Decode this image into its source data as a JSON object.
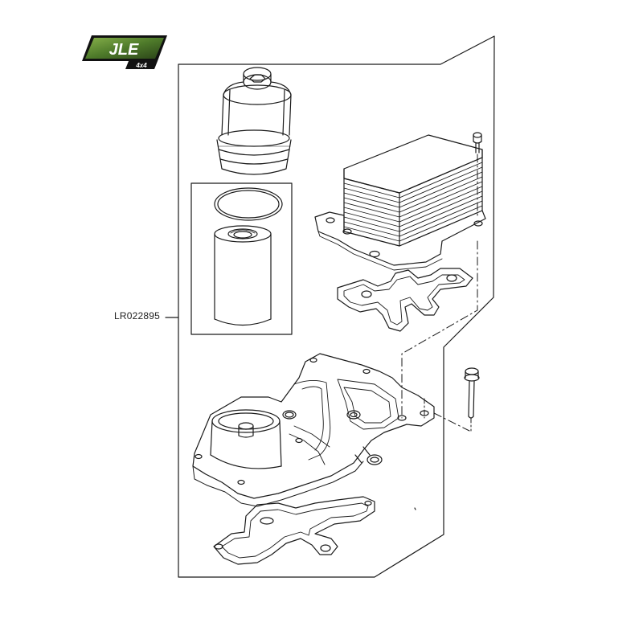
{
  "logo": {
    "text": "JLE",
    "subtext": "4x4",
    "colors": {
      "green_dark": "#2f4a1c",
      "green_light": "#6f9a3c",
      "border": "#111111"
    }
  },
  "diagram": {
    "part_number_label": "LR022895",
    "line_color": "#1a1a1a",
    "frame_color": "#333333"
  }
}
